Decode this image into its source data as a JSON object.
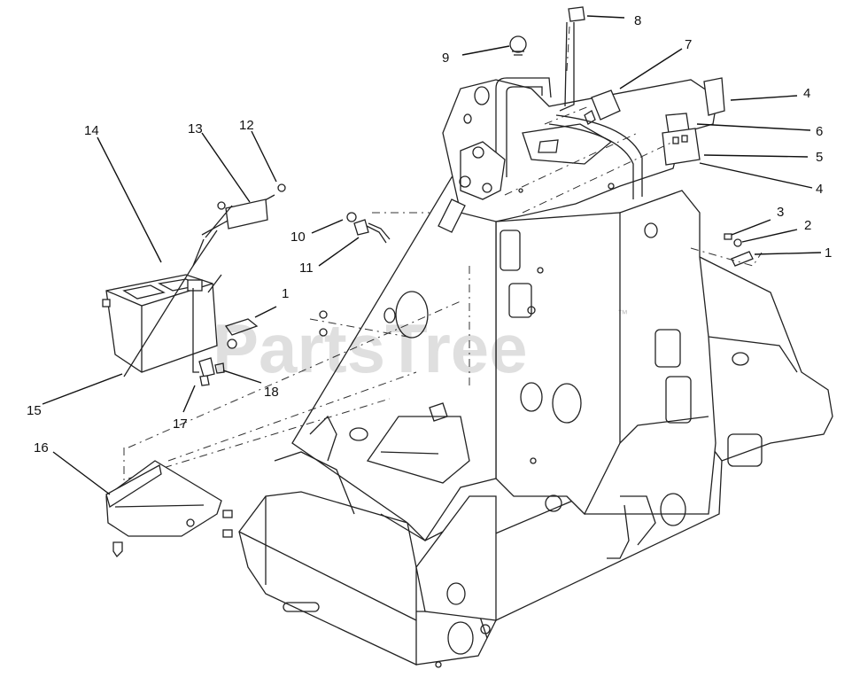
{
  "watermark": {
    "text": "PartsTree",
    "tm": "™"
  },
  "callouts": [
    {
      "id": "c8",
      "label": "8"
    },
    {
      "id": "c9",
      "label": "9"
    },
    {
      "id": "c7",
      "label": "7"
    },
    {
      "id": "c4a",
      "label": "4"
    },
    {
      "id": "c6",
      "label": "6"
    },
    {
      "id": "c5",
      "label": "5"
    },
    {
      "id": "c4b",
      "label": "4"
    },
    {
      "id": "c3",
      "label": "3"
    },
    {
      "id": "c2",
      "label": "2"
    },
    {
      "id": "c1a",
      "label": "1"
    },
    {
      "id": "c14",
      "label": "14"
    },
    {
      "id": "c13",
      "label": "13"
    },
    {
      "id": "c12",
      "label": "12"
    },
    {
      "id": "c10",
      "label": "10"
    },
    {
      "id": "c11",
      "label": "11"
    },
    {
      "id": "c1b",
      "label": "1"
    },
    {
      "id": "c15",
      "label": "15"
    },
    {
      "id": "c18",
      "label": "18"
    },
    {
      "id": "c17",
      "label": "17"
    },
    {
      "id": "c16",
      "label": "16"
    }
  ]
}
